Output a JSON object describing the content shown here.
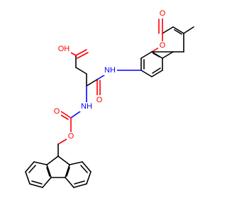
{
  "colors": {
    "carbon_bond": "#000000",
    "oxygen": "#ff0000",
    "nitrogen": "#0000ff",
    "background": "#ffffff"
  },
  "labels": {
    "carbonyl_o_coumarin": "O",
    "ring_o_coumarin": "O",
    "acid_oh": "OH",
    "amide_nh": "NH",
    "amide_o": "O",
    "carbamate_nh": "NH",
    "ester_o": "O",
    "carbamate_o": "O"
  }
}
